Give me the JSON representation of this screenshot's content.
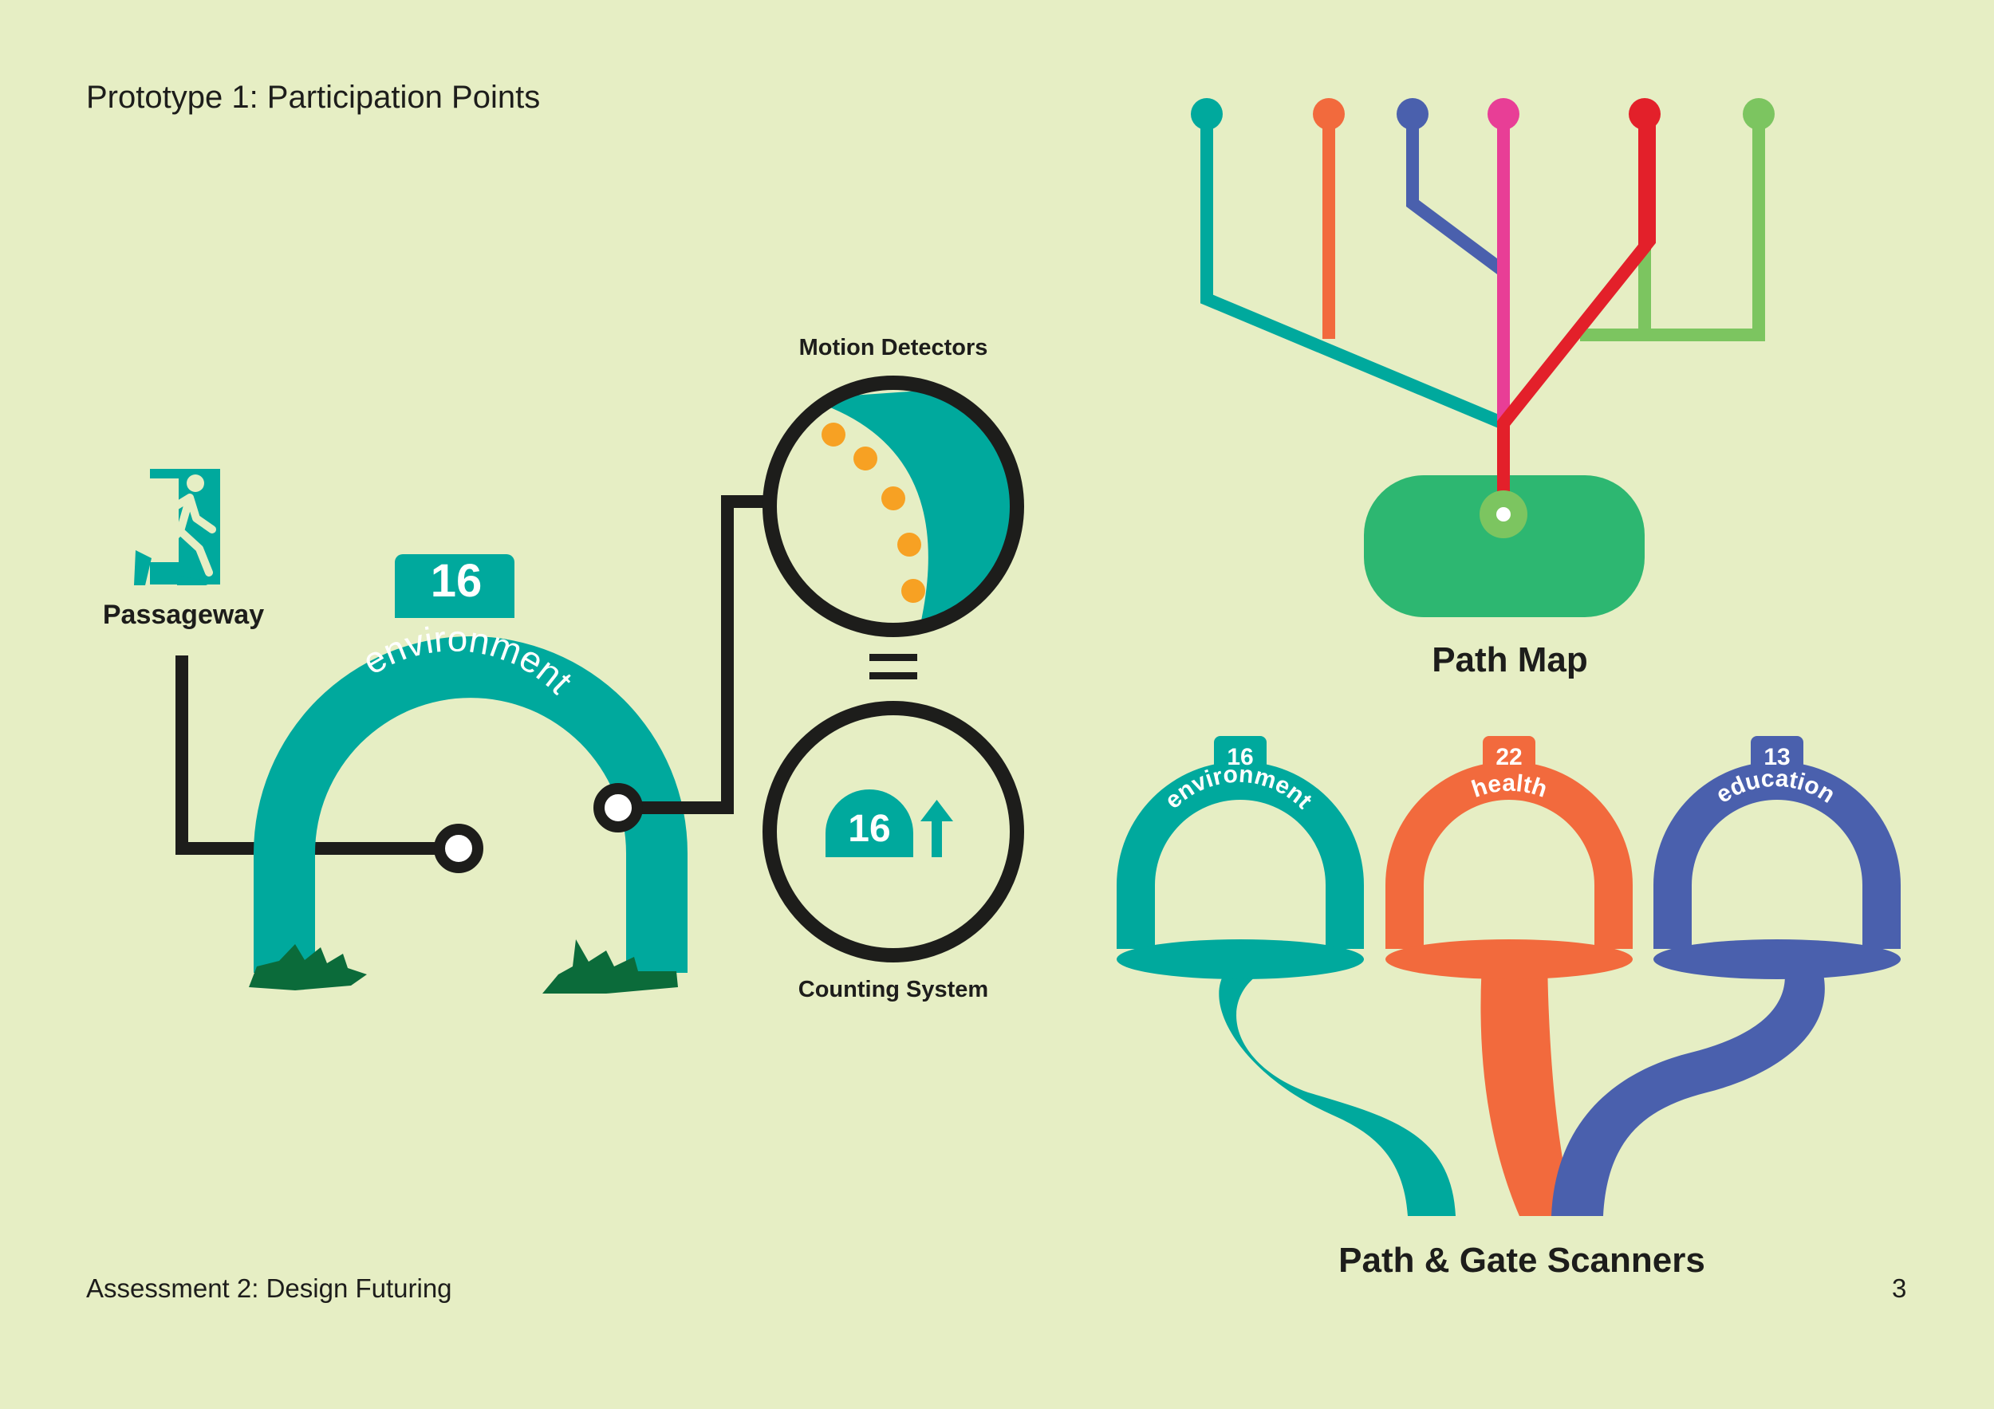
{
  "page": {
    "title": "Prototype 1: Participation Points",
    "footer": "Assessment 2: Design Futuring",
    "page_number": "3"
  },
  "passageway": {
    "label": "Passageway",
    "icon": "exit-sign-icon"
  },
  "arch": {
    "count": "16",
    "category": "environment"
  },
  "motion": {
    "label": "Motion Detectors"
  },
  "counting": {
    "label": "Counting System",
    "count": "16"
  },
  "path_map": {
    "label": "Path Map",
    "line_colors": [
      "#00a99d",
      "#f26a3d",
      "#4a60ad",
      "#e83e96",
      "#e3202a",
      "#7cc560"
    ]
  },
  "scanners": {
    "label": "Path & Gate Scanners",
    "gates": [
      {
        "count": "16",
        "category": "environment",
        "color": "#00a99d"
      },
      {
        "count": "22",
        "category": "health",
        "color": "#f26a3d"
      },
      {
        "count": "13",
        "category": "education",
        "color": "#4a60ad"
      }
    ]
  },
  "colors": {
    "background": "#e6eec4",
    "teal": "#00a99d",
    "dark": "#1d1d1b",
    "grass": "#0b6b3a",
    "motion_dots": "#f7a123",
    "pad": "#2db771"
  }
}
